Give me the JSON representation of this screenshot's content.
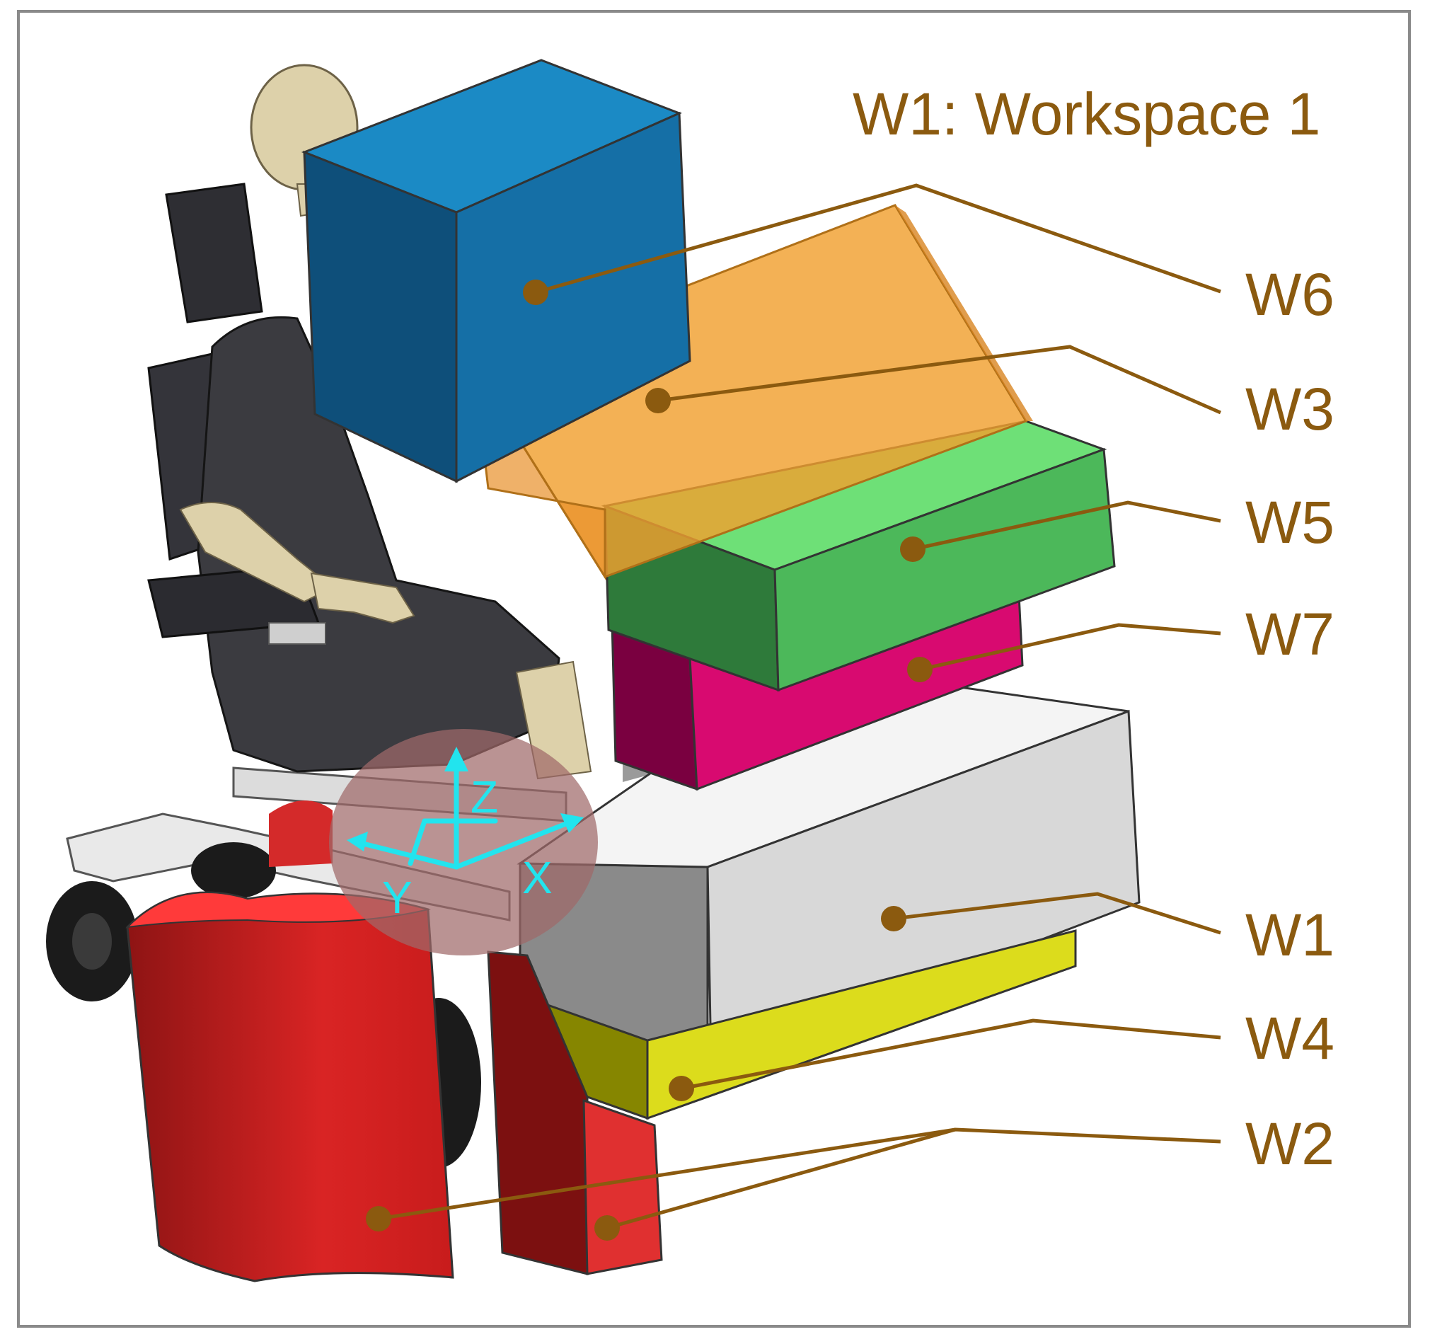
{
  "title": "W1: Workspace 1",
  "labels": {
    "w6": "W6",
    "w3": "W3",
    "w5": "W5",
    "w7": "W7",
    "w1": "W1",
    "w4": "W4",
    "w2": "W2"
  },
  "axes": {
    "x": "X",
    "y": "Y",
    "z": "Z"
  },
  "colors": {
    "label": "#8B5A0F",
    "w1": "#D8D8D8",
    "w2": "#E0302E",
    "w3": "#F0A030",
    "w4": "#D8D81A",
    "w5": "#4FC05A",
    "w6": "#1C80B5",
    "w7": "#D80A70",
    "axis": "#22E4EE"
  }
}
